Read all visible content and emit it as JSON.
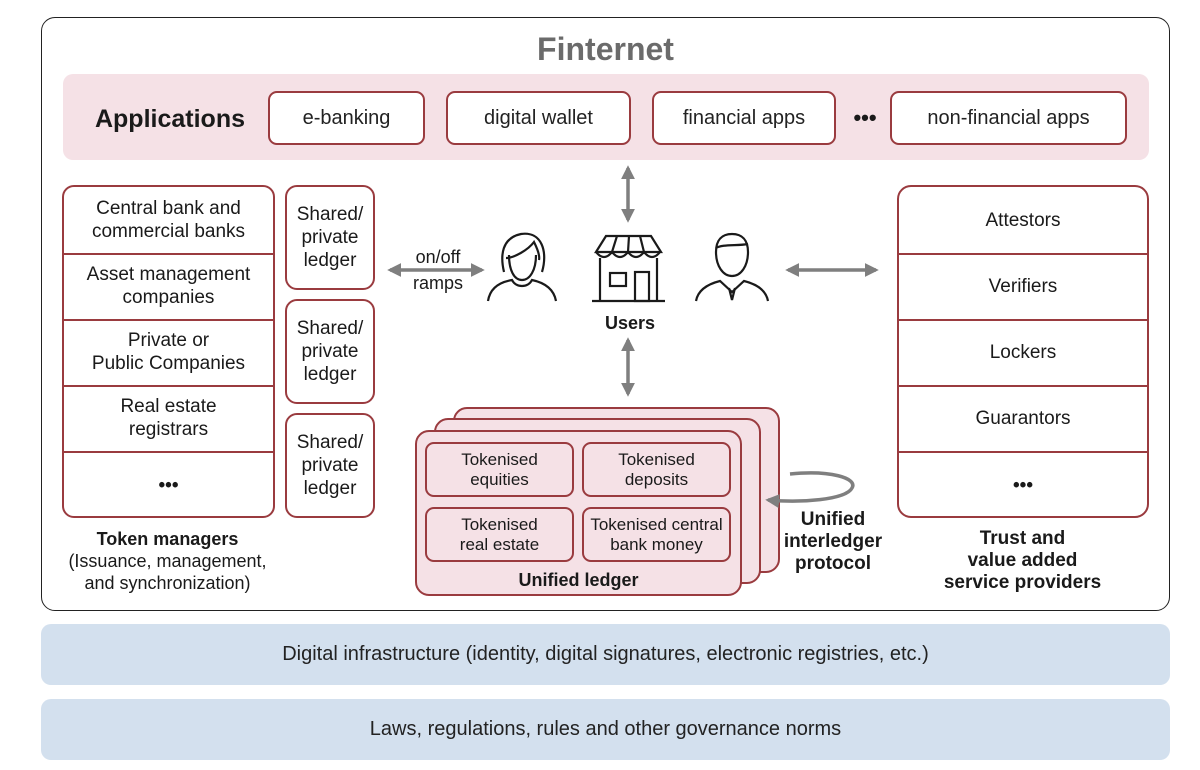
{
  "title": "Finternet",
  "applications": {
    "label": "Applications",
    "items": [
      "e-banking",
      "digital wallet",
      "financial apps",
      "non-financial apps"
    ],
    "ellipsis": "•••"
  },
  "token_managers": {
    "items": [
      [
        "Central bank and",
        "commercial banks"
      ],
      [
        "Asset management",
        "companies"
      ],
      [
        "Private or",
        "Public Companies"
      ],
      [
        "Real estate",
        "registrars"
      ],
      [
        "•••"
      ]
    ],
    "caption_title": "Token managers",
    "caption_lines": [
      "(Issuance, management,",
      "and synchronization)"
    ]
  },
  "ledgers": [
    [
      "Shared/",
      "private",
      "ledger"
    ],
    [
      "Shared/",
      "private",
      "ledger"
    ],
    [
      "Shared/",
      "private",
      "ledger"
    ]
  ],
  "ramps": [
    "on/off",
    "ramps"
  ],
  "users": {
    "label": "Users",
    "icons": [
      "woman-icon",
      "store-icon",
      "businessman-icon"
    ]
  },
  "unified_ledger": {
    "label": "Unified ledger",
    "tokens": [
      [
        "Tokenised",
        "equities"
      ],
      [
        "Tokenised",
        "deposits"
      ],
      [
        "Tokenised",
        "real estate"
      ],
      [
        "Tokenised central",
        "bank money"
      ]
    ]
  },
  "protocol": [
    "Unified",
    "interledger",
    "protocol"
  ],
  "trust_providers": {
    "items": [
      "Attestors",
      "Verifiers",
      "Lockers",
      "Guarantors",
      "•••"
    ],
    "caption_lines": [
      "Trust and",
      "value added",
      "service providers"
    ]
  },
  "infrastructure": "Digital infrastructure  (identity, digital signatures, electronic registries, etc.)",
  "governance": "Laws, regulations, rules and other governance norms",
  "colors": {
    "accent_red": "#9a3b3f",
    "pink_fill": "#f5e1e6",
    "blue_band": "#d3e0ee",
    "title_gray": "#6b6b6b",
    "arrow_gray": "#7f7f7f"
  }
}
